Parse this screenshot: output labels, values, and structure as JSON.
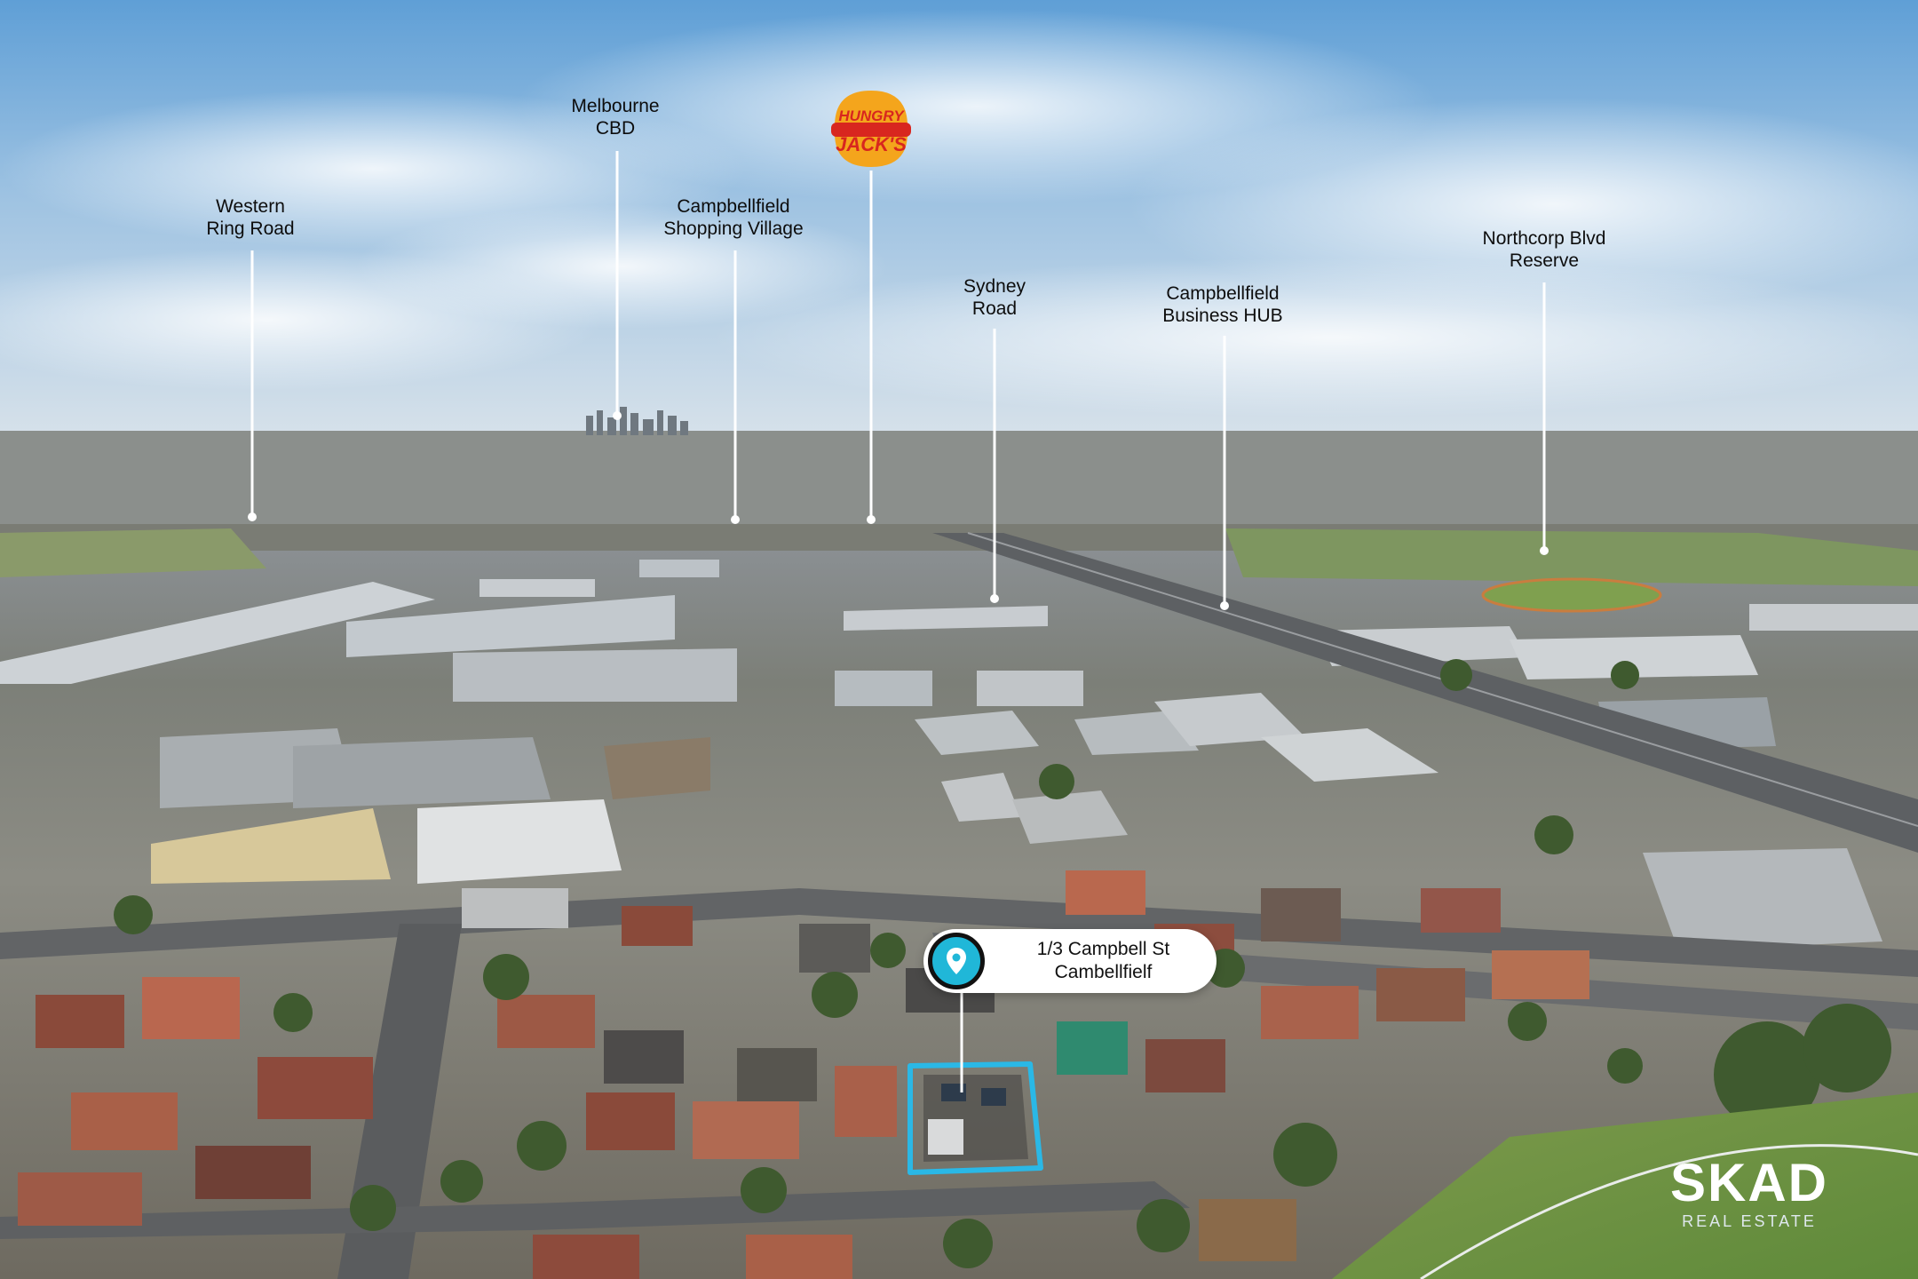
{
  "labels": [
    {
      "id": "western-ring-road",
      "lines": [
        "Western",
        "Ring Road"
      ]
    },
    {
      "id": "melbourne-cbd",
      "lines": [
        "Melbourne",
        "CBD"
      ]
    },
    {
      "id": "campbellfield-shopping-village",
      "lines": [
        "Campbellfield",
        "Shopping Village"
      ]
    },
    {
      "id": "sydney-road",
      "lines": [
        "Sydney",
        "Road"
      ]
    },
    {
      "id": "campbellfield-business-hub",
      "lines": [
        "Campbellfield",
        "Business HUB"
      ]
    },
    {
      "id": "northcorp-blvd-reserve",
      "lines": [
        "Northcorp Blvd",
        "Reserve"
      ]
    }
  ],
  "hungry_jacks": {
    "line1": "HUNGRY",
    "line2": "JACK'S",
    "icon": "hungry-jacks-logo"
  },
  "property": {
    "line1": "1/3 Campbell St",
    "line2": "Cambellfielf",
    "icon": "location-pin-icon"
  },
  "brand": {
    "name": "SKAD",
    "tagline": "REAL ESTATE"
  },
  "colors": {
    "accent": "#20b7d8",
    "boundary": "#2ab8e6",
    "label_text": "#0d0d0d"
  }
}
